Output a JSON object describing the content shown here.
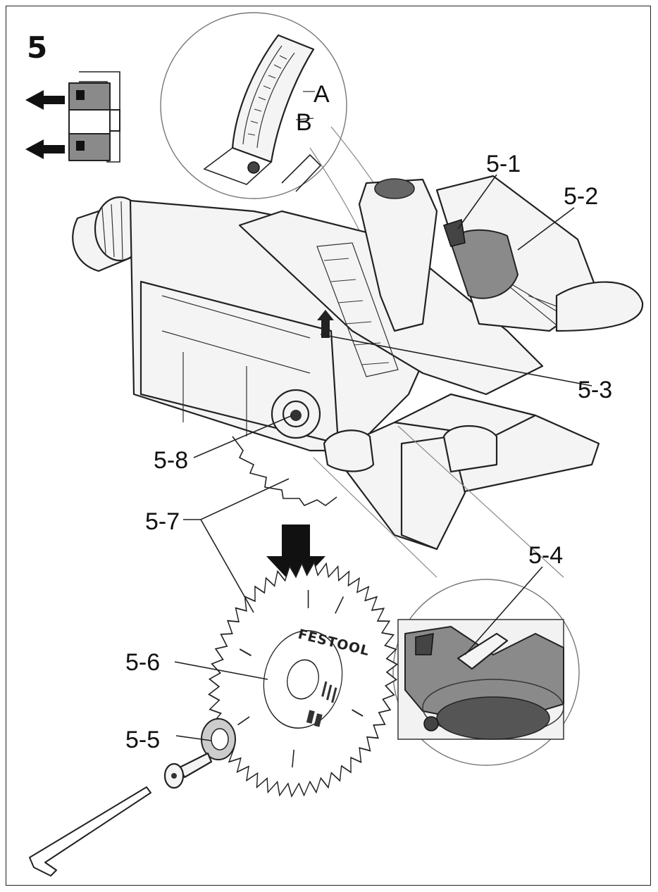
{
  "figure_number": "5",
  "labels": {
    "l51": "5-1",
    "l52": "5-2",
    "l53": "5-3",
    "l54": "5-4",
    "l55": "5-5",
    "l56": "5-6",
    "l57": "5-7",
    "l58": "5-8",
    "scale_a": "A",
    "scale_b": "B"
  },
  "blade_brand": "FESTOOL",
  "colors": {
    "line": "#222222",
    "shade": "#8a8a8a",
    "dark": "#444444"
  }
}
